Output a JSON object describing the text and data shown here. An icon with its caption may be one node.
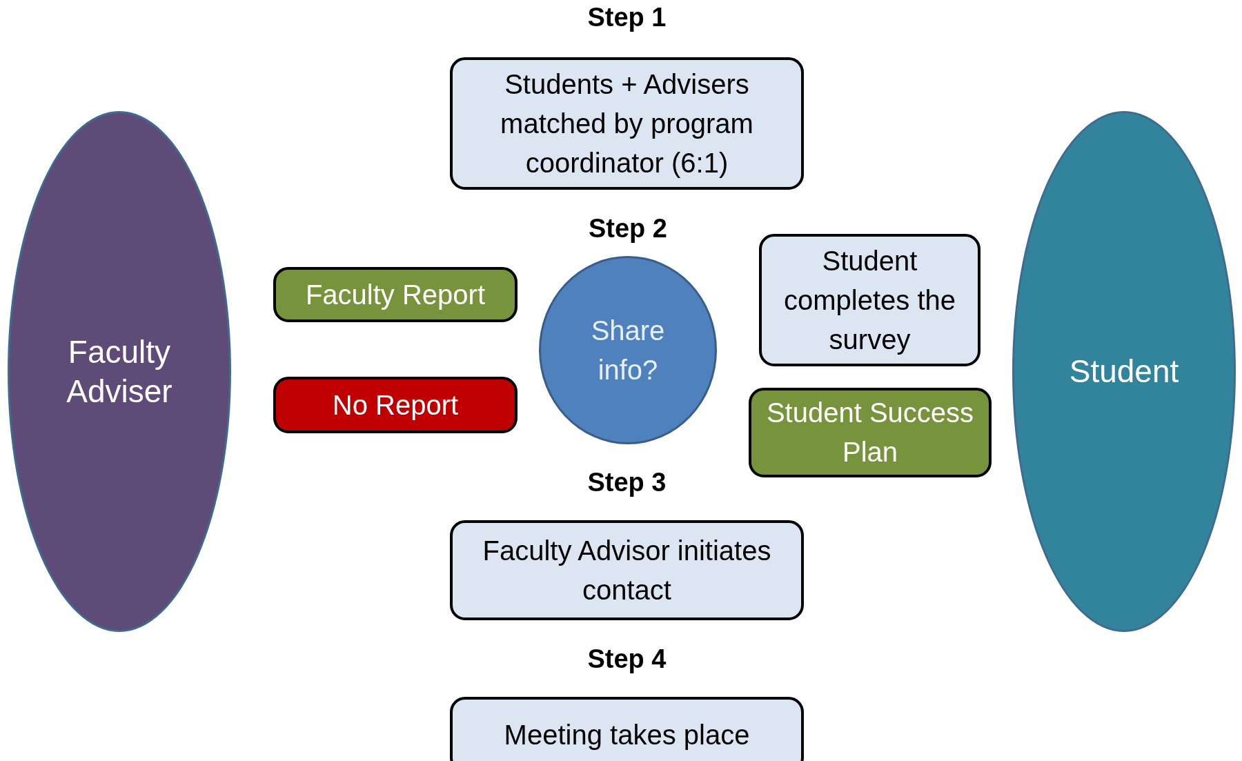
{
  "diagram": {
    "nodes": [
      {
        "text": [
          "Faculty Adviser"
        ]
      },
      {
        "text": [
          "Step 1",
          "Students + Advisers matched by program coordinator (6:1)"
        ]
      },
      {
        "text": [
          "Step 2",
          "Share info?"
        ]
      },
      {
        "text": [
          "Faculty Report"
        ]
      },
      {
        "text": [
          "No Report"
        ]
      },
      {
        "text": [
          "Student completes the survey"
        ]
      },
      {
        "text": [
          "Student Success Plan"
        ]
      },
      {
        "text": [
          "Step 3",
          "Faculty Advisor initiates contact"
        ]
      },
      {
        "text": [
          "Step 4",
          "Meeting takes place"
        ]
      },
      {
        "text": [
          "Student"
        ]
      }
    ]
  }
}
